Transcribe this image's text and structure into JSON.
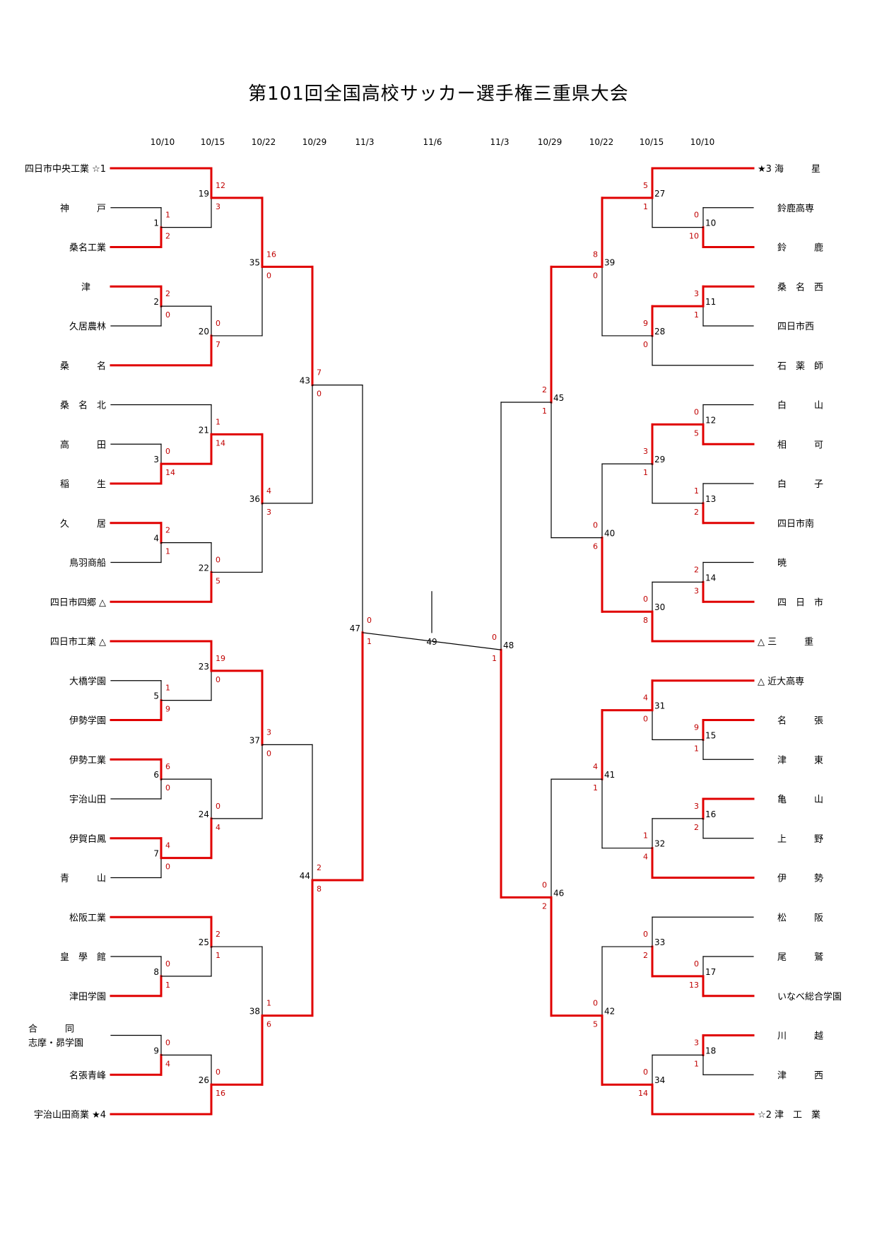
{
  "title": "第101回全国高校サッカー選手権三重県大会",
  "dates_left": [
    "10/10",
    "10/15",
    "10/22",
    "10/29",
    "11/3"
  ],
  "date_final": "11/6",
  "dates_right": [
    "11/3",
    "10/29",
    "10/22",
    "10/15",
    "10/10"
  ],
  "teams_left": [
    "四日市中央工業 ☆1",
    "神　　　戸",
    "桑名工業",
    "津",
    "久居農林",
    "桑　　　名",
    "桑　名　北",
    "高　　　田",
    "稲　　　生",
    "久　　　居",
    "鳥羽商船",
    "四日市四郷 △",
    "四日市工業 △",
    "大橋学園",
    "伊勢学園",
    "伊勢工業",
    "宇治山田",
    "伊賀白鳳",
    "青　　　山",
    "松阪工業",
    "皇　學　館",
    "津田学園",
    "合　　　同\n志摩・昴学園",
    "名張青峰",
    "宇治山田商業 ★4"
  ],
  "teams_right": [
    "★3 海　　　星",
    "鈴鹿高専",
    "鈴　　　鹿",
    "桑　名　西",
    "四日市西",
    "石　薬　師",
    "白　　　山",
    "相　　　可",
    "白　　　子",
    "四日市南",
    "暁",
    "四　日　市",
    "△ 三　　　重",
    "△ 近大高専",
    "名　　　張",
    "津　　　東",
    "亀　　　山",
    "上　　　野",
    "伊　　　勢",
    "松　　　阪",
    "尾　　　鷲",
    "いなべ総合学園",
    "川　　　越",
    "津　　　西",
    "☆2 津　工　業"
  ],
  "matches": [
    {
      "no": "1",
      "top": "1",
      "bottom": "2",
      "winner": "bottom"
    },
    {
      "no": "2",
      "top": "2",
      "bottom": "0",
      "winner": "top"
    },
    {
      "no": "3",
      "top": "0",
      "bottom": "14",
      "winner": "bottom"
    },
    {
      "no": "4",
      "top": "2",
      "bottom": "1",
      "winner": "top"
    },
    {
      "no": "5",
      "top": "1",
      "bottom": "9",
      "winner": "bottom"
    },
    {
      "no": "6",
      "top": "6",
      "bottom": "0",
      "winner": "top"
    },
    {
      "no": "7",
      "top": "4",
      "bottom": "0",
      "winner": "top"
    },
    {
      "no": "8",
      "top": "0",
      "bottom": "1",
      "winner": "bottom"
    },
    {
      "no": "9",
      "top": "0",
      "bottom": "4",
      "winner": "bottom"
    },
    {
      "no": "10",
      "top": "0",
      "bottom": "10",
      "winner": "bottom"
    },
    {
      "no": "11",
      "top": "3",
      "bottom": "1",
      "winner": "top"
    },
    {
      "no": "12",
      "top": "0",
      "bottom": "5",
      "winner": "bottom"
    },
    {
      "no": "13",
      "top": "1",
      "bottom": "2",
      "winner": "bottom"
    },
    {
      "no": "14",
      "top": "2",
      "bottom": "3",
      "winner": "bottom"
    },
    {
      "no": "15",
      "top": "9",
      "bottom": "1",
      "winner": "top"
    },
    {
      "no": "16",
      "top": "3",
      "bottom": "2",
      "winner": "top"
    },
    {
      "no": "17",
      "top": "0",
      "bottom": "13",
      "winner": "bottom"
    },
    {
      "no": "18",
      "top": "3",
      "bottom": "1",
      "winner": "top"
    },
    {
      "no": "19",
      "top": "12",
      "bottom": "3",
      "winner": "top"
    },
    {
      "no": "20",
      "top": "0",
      "bottom": "7",
      "winner": "bottom"
    },
    {
      "no": "21",
      "top": "1",
      "bottom": "14",
      "winner": "bottom"
    },
    {
      "no": "22",
      "top": "0",
      "bottom": "5",
      "winner": "bottom"
    },
    {
      "no": "23",
      "top": "19",
      "bottom": "0",
      "winner": "top"
    },
    {
      "no": "24",
      "top": "0",
      "bottom": "4",
      "winner": "bottom"
    },
    {
      "no": "25",
      "top": "2",
      "bottom": "1",
      "winner": "top"
    },
    {
      "no": "26",
      "top": "0",
      "bottom": "16",
      "winner": "bottom"
    },
    {
      "no": "27",
      "top": "5",
      "bottom": "1",
      "winner": "top"
    },
    {
      "no": "28",
      "top": "9",
      "bottom": "0",
      "winner": "top"
    },
    {
      "no": "29",
      "top": "3",
      "bottom": "1",
      "winner": "top"
    },
    {
      "no": "30",
      "top": "0",
      "bottom": "8",
      "winner": "bottom"
    },
    {
      "no": "31",
      "top": "4",
      "bottom": "0",
      "winner": "top"
    },
    {
      "no": "32",
      "top": "1",
      "bottom": "4",
      "winner": "bottom"
    },
    {
      "no": "33",
      "top": "0",
      "bottom": "2",
      "winner": "bottom"
    },
    {
      "no": "34",
      "top": "0",
      "bottom": "14",
      "winner": "bottom"
    },
    {
      "no": "35",
      "top": "16",
      "bottom": "0",
      "winner": "top"
    },
    {
      "no": "36",
      "top": "4",
      "bottom": "3",
      "winner": "top"
    },
    {
      "no": "37",
      "top": "3",
      "bottom": "0",
      "winner": "top"
    },
    {
      "no": "38",
      "top": "1",
      "bottom": "6",
      "winner": "bottom"
    },
    {
      "no": "39",
      "top": "8",
      "bottom": "0",
      "winner": "top"
    },
    {
      "no": "40",
      "top": "0",
      "bottom": "6",
      "winner": "bottom"
    },
    {
      "no": "41",
      "top": "4",
      "bottom": "1",
      "winner": "top"
    },
    {
      "no": "42",
      "top": "0",
      "bottom": "5",
      "winner": "bottom"
    },
    {
      "no": "43",
      "top": "7",
      "bottom": "0",
      "winner": "top"
    },
    {
      "no": "44",
      "top": "2",
      "bottom": "8",
      "winner": "bottom"
    },
    {
      "no": "45",
      "top": "2",
      "bottom": "1",
      "winner": "top"
    },
    {
      "no": "46",
      "top": "0",
      "bottom": "2",
      "winner": "bottom"
    },
    {
      "no": "47",
      "top": "0",
      "bottom": "1",
      "winner": "bottom"
    },
    {
      "no": "48",
      "top": "0",
      "bottom": "1",
      "winner": "bottom"
    },
    {
      "no": "49",
      "top": "",
      "bottom": "",
      "winner": ""
    }
  ],
  "colors": {
    "winner_line": "#e00000",
    "loser_line": "#000000",
    "score": "#c00000"
  }
}
